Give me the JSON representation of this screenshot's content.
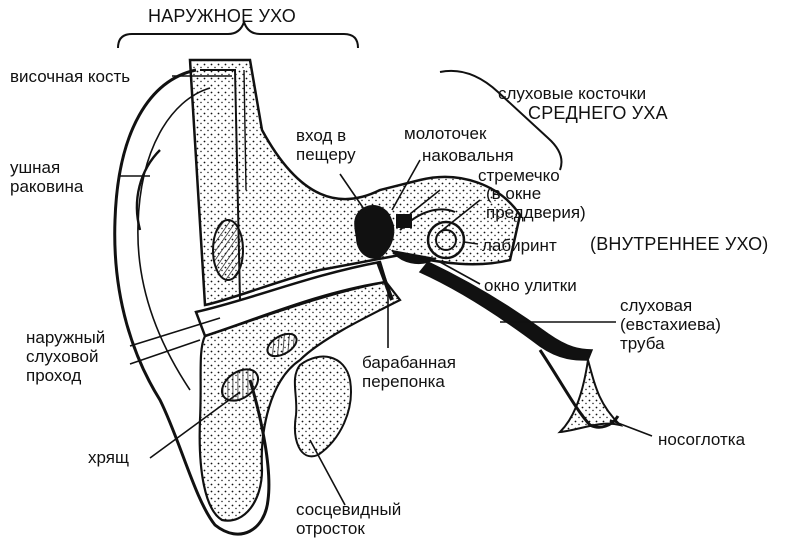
{
  "labels": {
    "outer_ear": "НАРУЖНОЕ УХО",
    "temporal_bone": "височная кость",
    "auricle": "ушная\nраковина",
    "cave_entrance": "вход в\nпещеру",
    "ossicles": "слуховые косточки",
    "middle_ear": "СРЕДНЕГО УХА",
    "malleus": "молоточек",
    "incus": "наковальня",
    "stapes": "стремечко",
    "oval_window": "(в окне\nпреддверия)",
    "labyrinth": "лабиринт",
    "inner_ear": "(ВНУТРЕННЕЕ УХО)",
    "round_window": "окно улитки",
    "eustachian_tube": "слуховая\n(евстахиева)\nтруба",
    "ear_canal": "наружный\nслуховой\nпроход",
    "eardrum": "барабанная\nперепонка",
    "cartilage": "хрящ",
    "mastoid": "сосцевидный\nотросток",
    "nasopharynx": "носоглотка"
  },
  "colors": {
    "ink": "#111111",
    "paper": "#ffffff",
    "shade": "#555555"
  }
}
